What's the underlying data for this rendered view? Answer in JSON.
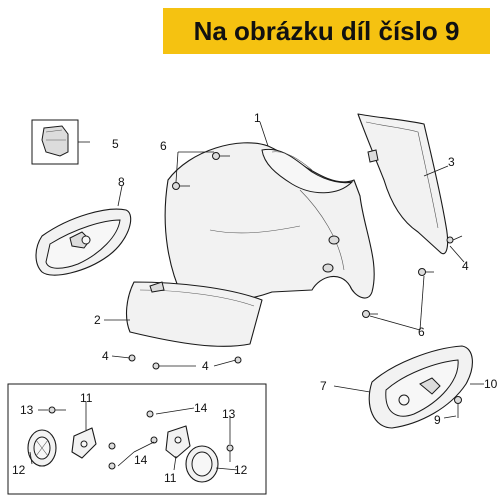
{
  "banner": {
    "text": "Na obrázku díl číslo 9"
  },
  "callouts": {
    "c1": "1",
    "c2": "2",
    "c3": "3",
    "c4a": "4",
    "c4b": "4",
    "c4c": "4",
    "c5": "5",
    "c6a": "6",
    "c6b": "6",
    "c7": "7",
    "c8": "8",
    "c9": "9",
    "c10": "10",
    "c11a": "11",
    "c11b": "11",
    "c12a": "12",
    "c12b": "12",
    "c13a": "13",
    "c13b": "13",
    "c14a": "14",
    "c14b": "14"
  }
}
